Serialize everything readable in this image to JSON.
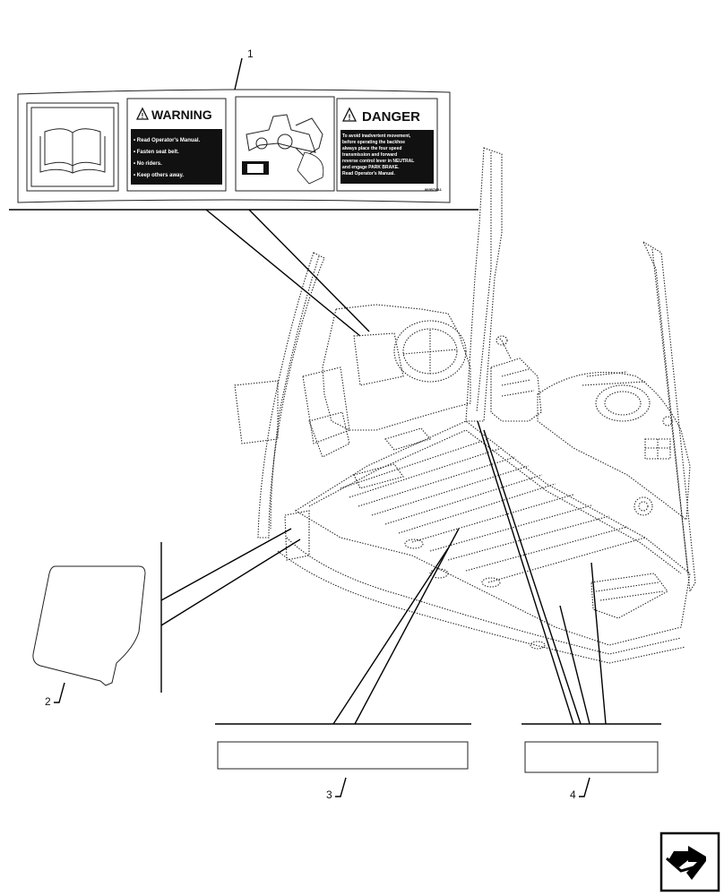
{
  "callouts": {
    "c1": "1",
    "c2": "2",
    "c3": "3",
    "c4": "4"
  },
  "decal": {
    "warning_title": "WARNING",
    "warning_lines": [
      "• Read Operator's Manual.",
      "• Fasten seat belt.",
      "• No riders.",
      "• Keep others away."
    ],
    "danger_title": "DANGER",
    "danger_lines": [
      "To avoid inadvertent movement,",
      "before operating the backhoe",
      "always place the four speed",
      "transmission and forward",
      "reverse control lever in NEUTRAL",
      "and engage PARK BRAKE.",
      "Read Operator's Manual."
    ],
    "code": "86957XA1"
  },
  "icons": {
    "manual": "open-book-icon",
    "machine": "backhoe-loader-icon",
    "hazard": "warning-triangle-icon",
    "next_page": "next-page-arrow-icon"
  }
}
